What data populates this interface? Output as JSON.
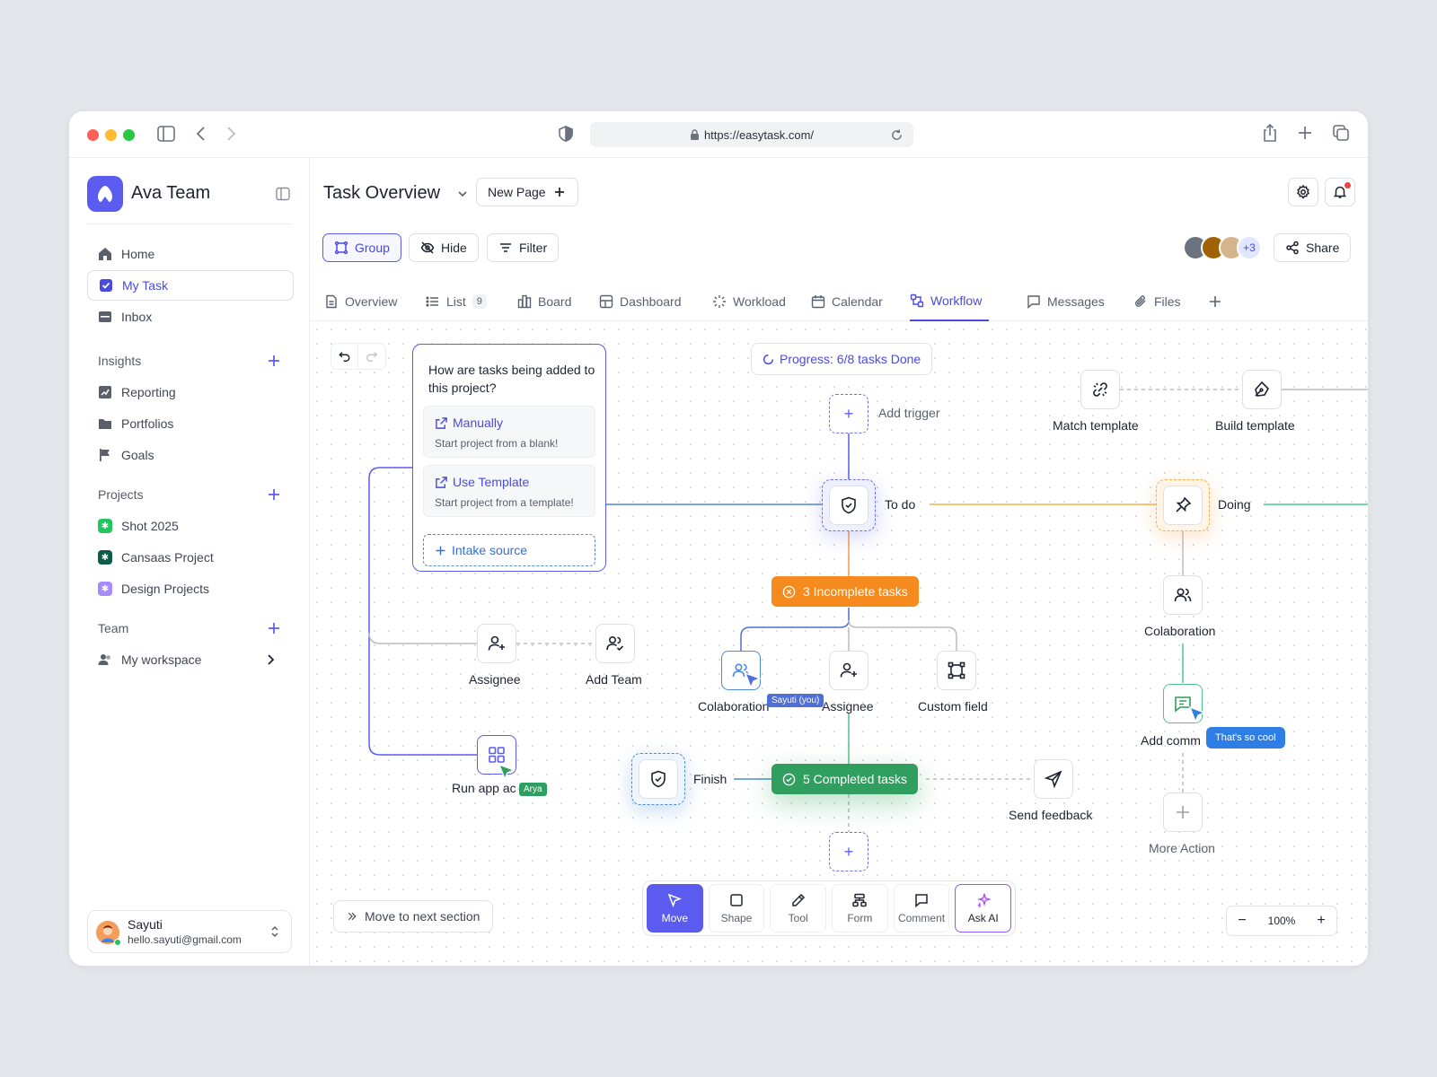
{
  "browser": {
    "url": "https://easytask.com/"
  },
  "sidebar": {
    "team_name": "Ava Team",
    "nav": [
      {
        "label": "Home"
      },
      {
        "label": "My Task"
      },
      {
        "label": "Inbox"
      }
    ],
    "insights": {
      "heading": "Insights",
      "items": [
        {
          "label": "Reporting"
        },
        {
          "label": "Portfolios"
        },
        {
          "label": "Goals"
        }
      ]
    },
    "projects": {
      "heading": "Projects",
      "items": [
        {
          "label": "Shot 2025",
          "color": "#22c55e"
        },
        {
          "label": "Cansaas Project",
          "color": "#0f5c4a"
        },
        {
          "label": "Design Projects",
          "color": "#a78bfa"
        }
      ]
    },
    "team": {
      "heading": "Team",
      "items": [
        {
          "label": "My workspace"
        }
      ]
    },
    "user": {
      "name": "Sayuti",
      "email": "hello.sayuti@gmail.com"
    }
  },
  "header": {
    "title": "Task Overview",
    "new_page": "New Page"
  },
  "toolbar": {
    "group": "Group",
    "hide": "Hide",
    "filter": "Filter",
    "avatar_more": "+3",
    "share": "Share"
  },
  "tabs": [
    {
      "label": "Overview"
    },
    {
      "label": "List",
      "count": "9"
    },
    {
      "label": "Board"
    },
    {
      "label": "Dashboard"
    },
    {
      "label": "Workload"
    },
    {
      "label": "Calendar"
    },
    {
      "label": "Workflow"
    },
    {
      "label": "Messages"
    },
    {
      "label": "Files"
    }
  ],
  "workflow": {
    "progress": "Progress: 6/8 tasks Done",
    "popup": {
      "question": "How are tasks being added to this project?",
      "manually": "Manually",
      "manually_desc": "Start project from a blank!",
      "template": "Use Template",
      "template_desc": "Start project from a template!",
      "intake": "Intake source"
    },
    "nodes": {
      "add_trigger": "Add trigger",
      "todo": "To do",
      "doing": "Doing",
      "match_template": "Match template",
      "build_template": "Build template",
      "incomplete": "3 Incomplete tasks",
      "completed": "5 Completed tasks",
      "assignee": "Assignee",
      "add_team": "Add Team",
      "colaboration": "Colaboration",
      "assignee2": "Assignee",
      "custom_field": "Custom field",
      "colaboration_right": "Colaboration",
      "add_comment": "Add comm",
      "run_app": "Run app ac",
      "finish": "Finish",
      "send_feedback": "Send feedback",
      "more_action": "More Action"
    },
    "cursors": {
      "you": "Sayuti (you)",
      "arya": "Arya",
      "comment": "That's so cool"
    },
    "move_next": "Move to next section",
    "tools": [
      {
        "label": "Move"
      },
      {
        "label": "Shape"
      },
      {
        "label": "Tool"
      },
      {
        "label": "Form"
      },
      {
        "label": "Comment"
      },
      {
        "label": "Ask AI"
      }
    ],
    "zoom": "100%"
  }
}
